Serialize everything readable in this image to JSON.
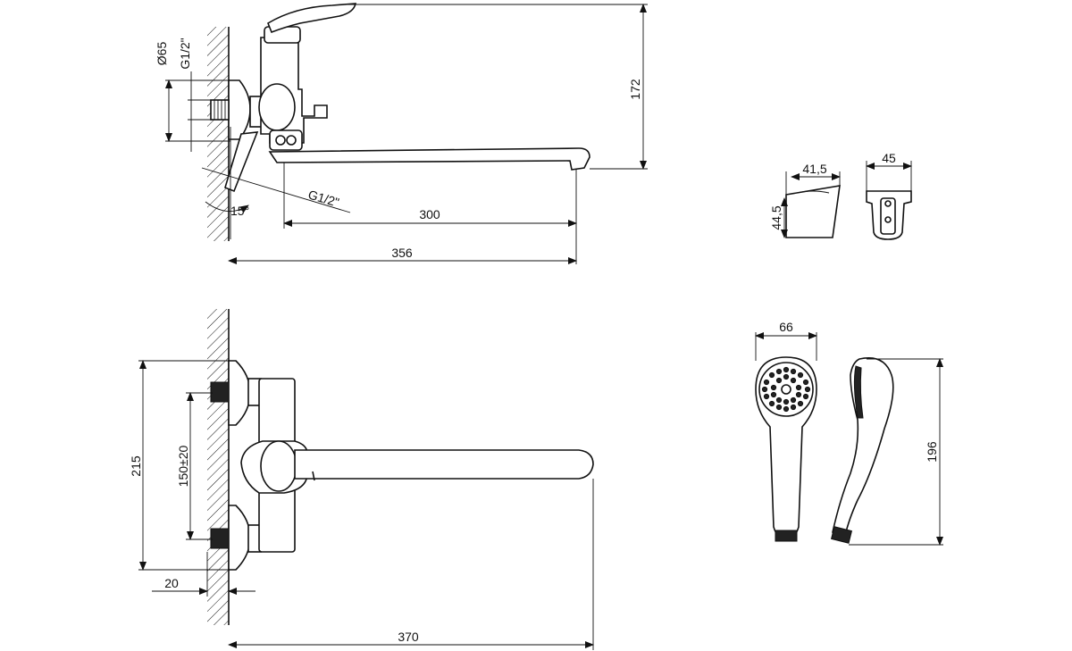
{
  "dimensions": {
    "d65": "Ø65",
    "g12_top": "G1/2\"",
    "h172": "172",
    "w300": "300",
    "w356": "356",
    "angle15": "15°",
    "g12_diag": "G1/2\"",
    "w41_5": "41,5",
    "h44_5": "44,5",
    "w45": "45",
    "h215": "215",
    "h150": "150±20",
    "w20": "20",
    "w370": "370",
    "w66": "66",
    "h196": "196"
  },
  "colors": {
    "line": "#111111",
    "background": "#ffffff"
  }
}
